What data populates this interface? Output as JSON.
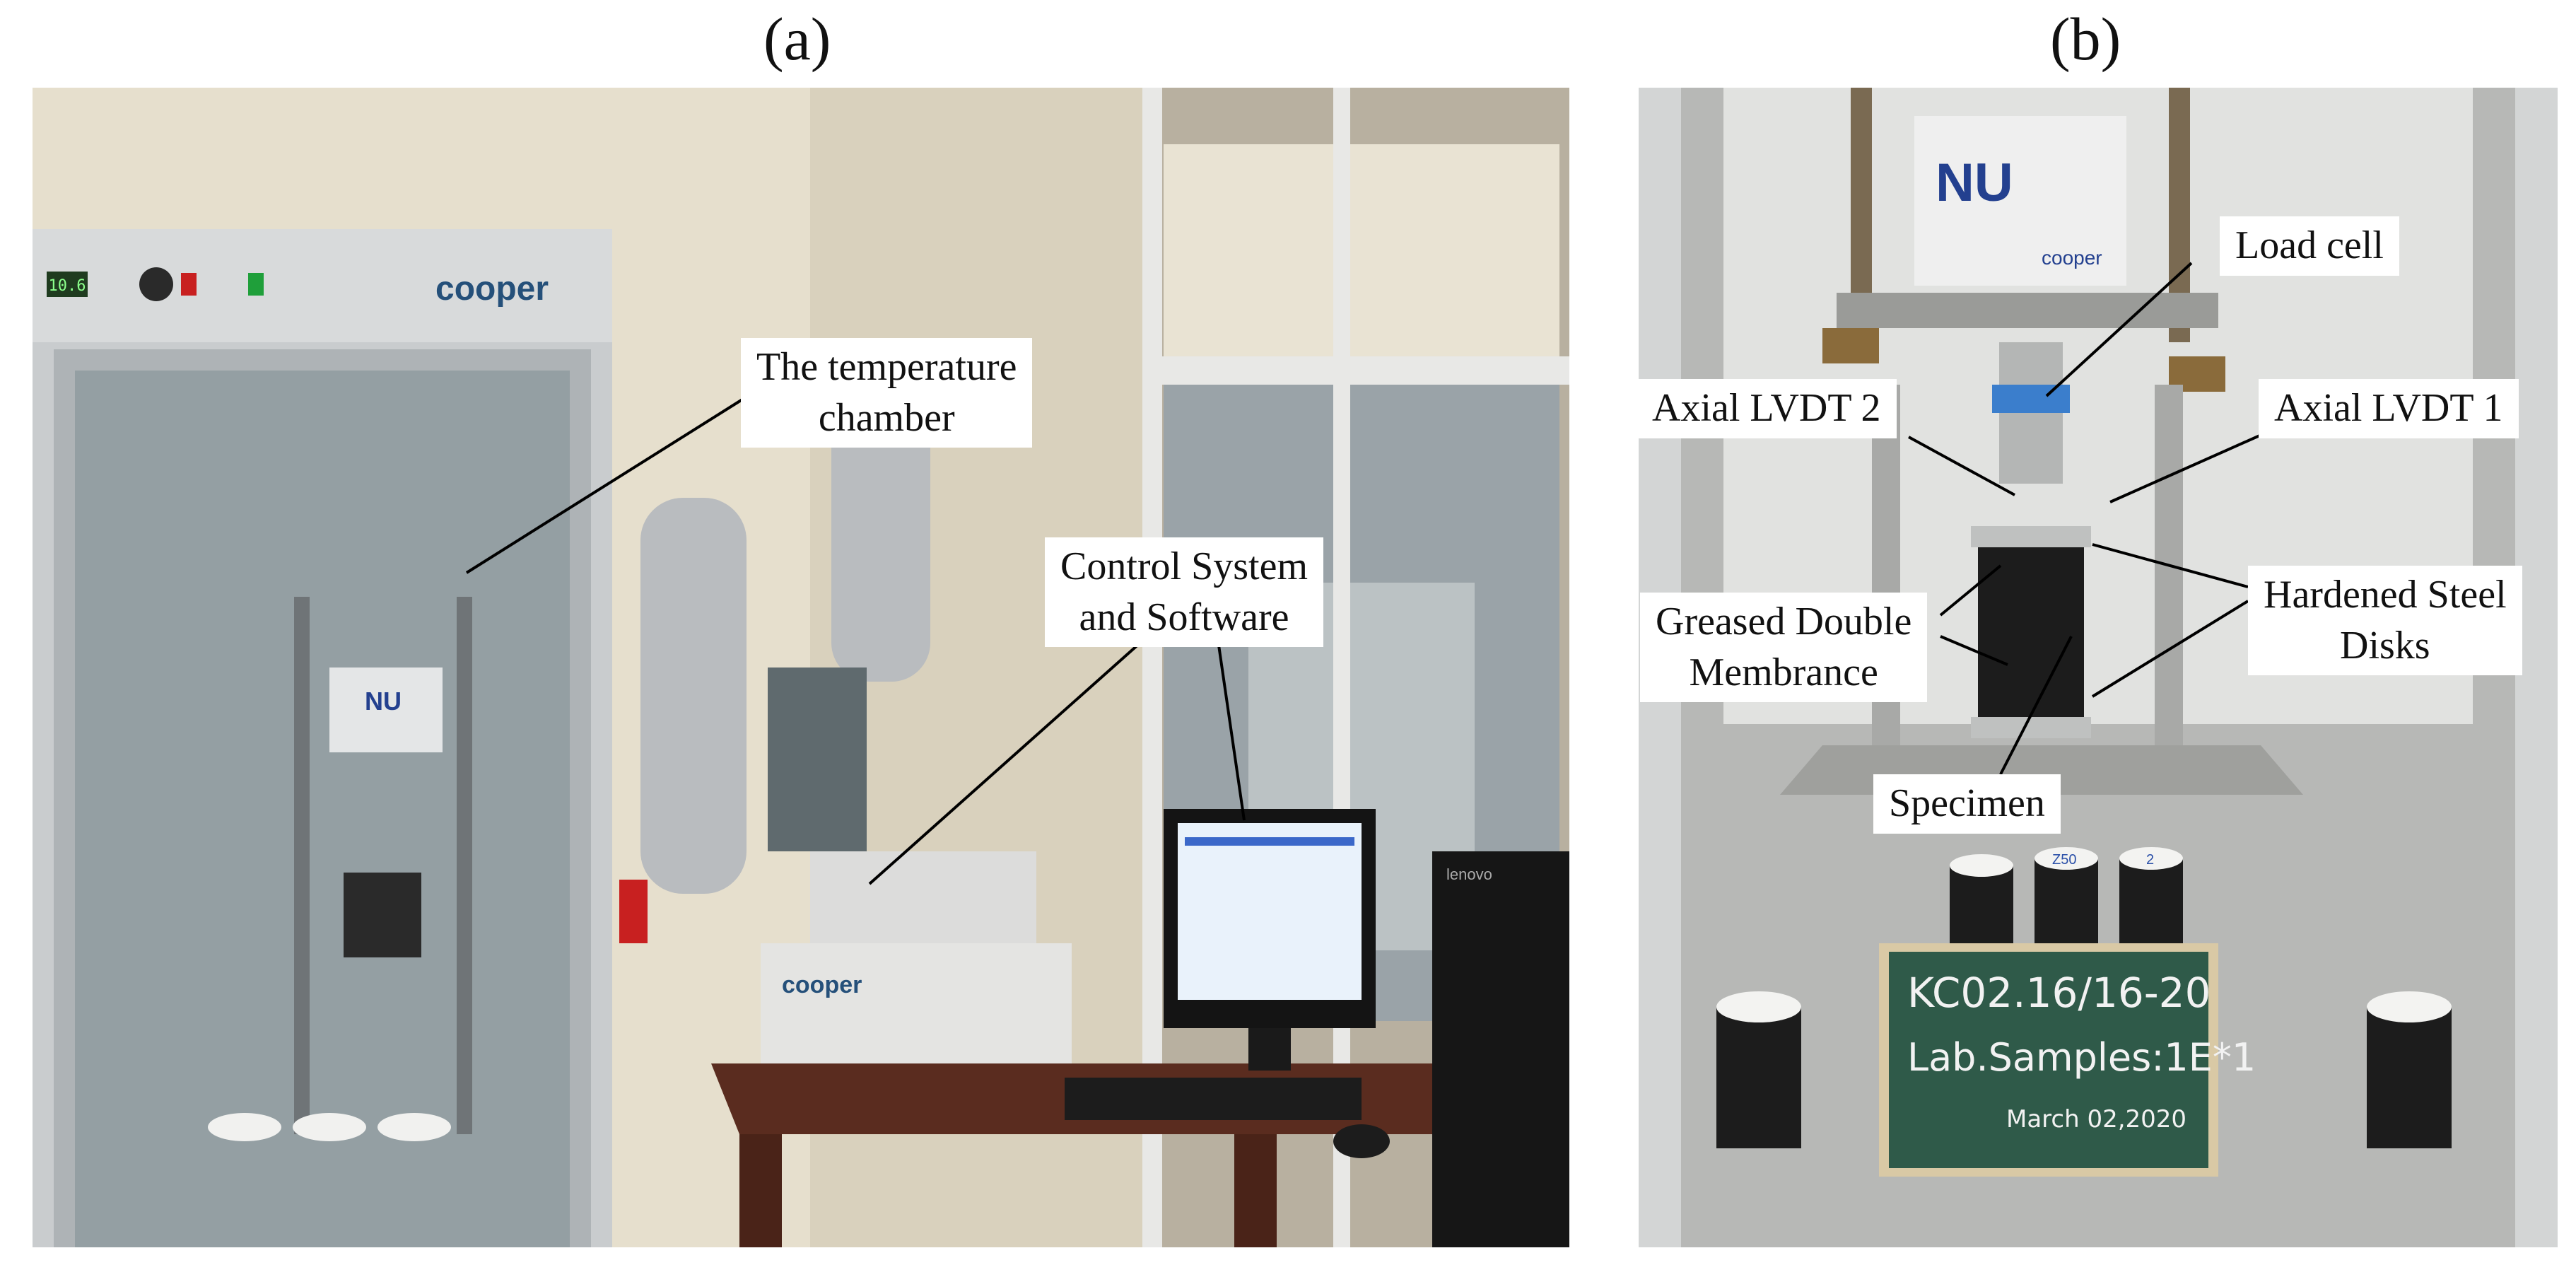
{
  "panels": {
    "a": {
      "label": "(a)"
    },
    "b": {
      "label": "(b)"
    }
  },
  "callouts": {
    "temperature_chamber": {
      "line1": "The temperature",
      "line2": "chamber"
    },
    "control_system": {
      "line1": "Control System",
      "line2": "and Software"
    },
    "load_cell": {
      "text": "Load cell"
    },
    "axial_lvdt_2": {
      "text": "Axial LVDT 2"
    },
    "axial_lvdt_1": {
      "text": "Axial LVDT 1"
    },
    "greased_membrane": {
      "line1": "Greased Double",
      "line2": "Membrance"
    },
    "hardened_disks": {
      "line1": "Hardened Steel",
      "line2": "Disks"
    },
    "specimen": {
      "text": "Specimen"
    }
  },
  "equipment_text": {
    "chamber_brand": "cooper",
    "chamber_display": "10.6",
    "nu_logo": "NU",
    "cooper_small": "cooper",
    "controller_brand": "cooper",
    "pc_brand": "lenovo",
    "chalkboard_line1": "KC02.16/16-20",
    "chalkboard_line2": "Lab.Samples:1E*1",
    "chalkboard_line3": "March 02,2020",
    "specimen_mark_1": "Z50",
    "specimen_mark_2": "2"
  },
  "colors": {
    "wall": "#e6dfcd",
    "chalkboard": "#2f5a49",
    "frame": "#8a8e93",
    "asphalt": "#1c1c1c"
  }
}
